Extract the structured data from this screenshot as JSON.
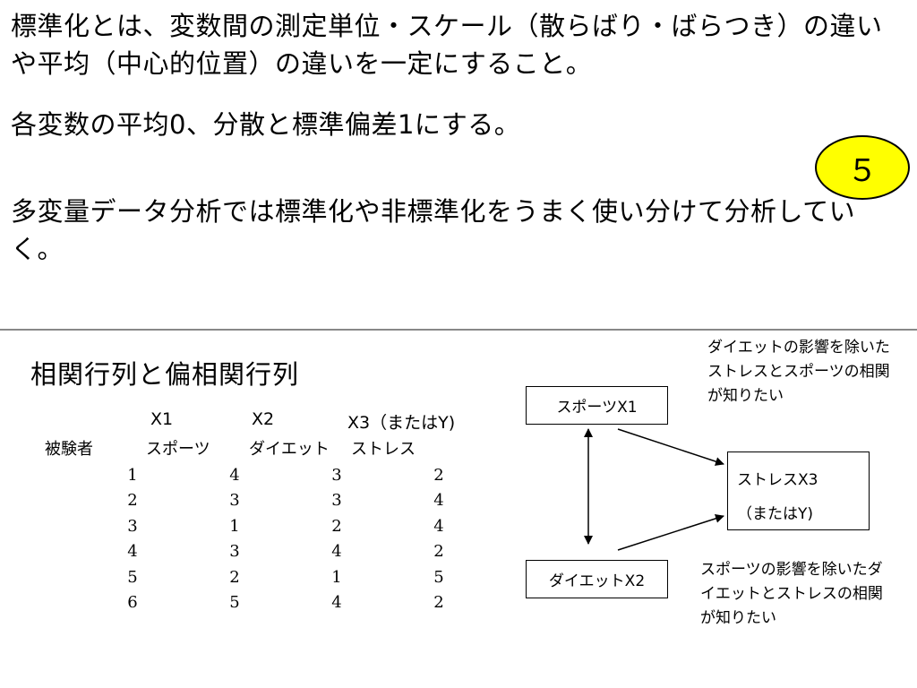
{
  "intro": {
    "text": "標準化とは、変数間の測定単位・スケール（散らばり・ばらつき）の違いや平均（中心的位置）の違いを一定にすること。"
  },
  "p2": {
    "text": "各変数の平均0、分散と標準偏差1にする。"
  },
  "p3": {
    "text": "多変量データ分析では標準化や非標準化をうまく使い分けて分析していく。"
  },
  "page_number": "５",
  "colors": {
    "badge_fill": "#ffff00",
    "divider": "#888888"
  },
  "section_title": "相関行列と偏相関行列",
  "table": {
    "var_headers": [
      "X1",
      "X2",
      "X3（またはY)"
    ],
    "sub_headers": [
      "被験者",
      "スポーツ",
      "ダイエット",
      "ストレス"
    ],
    "rows": [
      [
        "1",
        "4",
        "3",
        "2"
      ],
      [
        "2",
        "3",
        "3",
        "4"
      ],
      [
        "3",
        "1",
        "2",
        "4"
      ],
      [
        "4",
        "3",
        "4",
        "2"
      ],
      [
        "5",
        "2",
        "1",
        "5"
      ],
      [
        "6",
        "5",
        "4",
        "2"
      ]
    ]
  },
  "diagram": {
    "box_sports": "スポーツX1",
    "box_diet": "ダイエットX2",
    "box_stress_line1": "ストレスX3",
    "box_stress_line2": "（またはY)",
    "note_top": "ダイエットの影響を除いたストレスとスポーツの相関が知りたい",
    "note_bottom": "スポーツの影響を除いたダイエットとストレスの相関が知りたい"
  }
}
